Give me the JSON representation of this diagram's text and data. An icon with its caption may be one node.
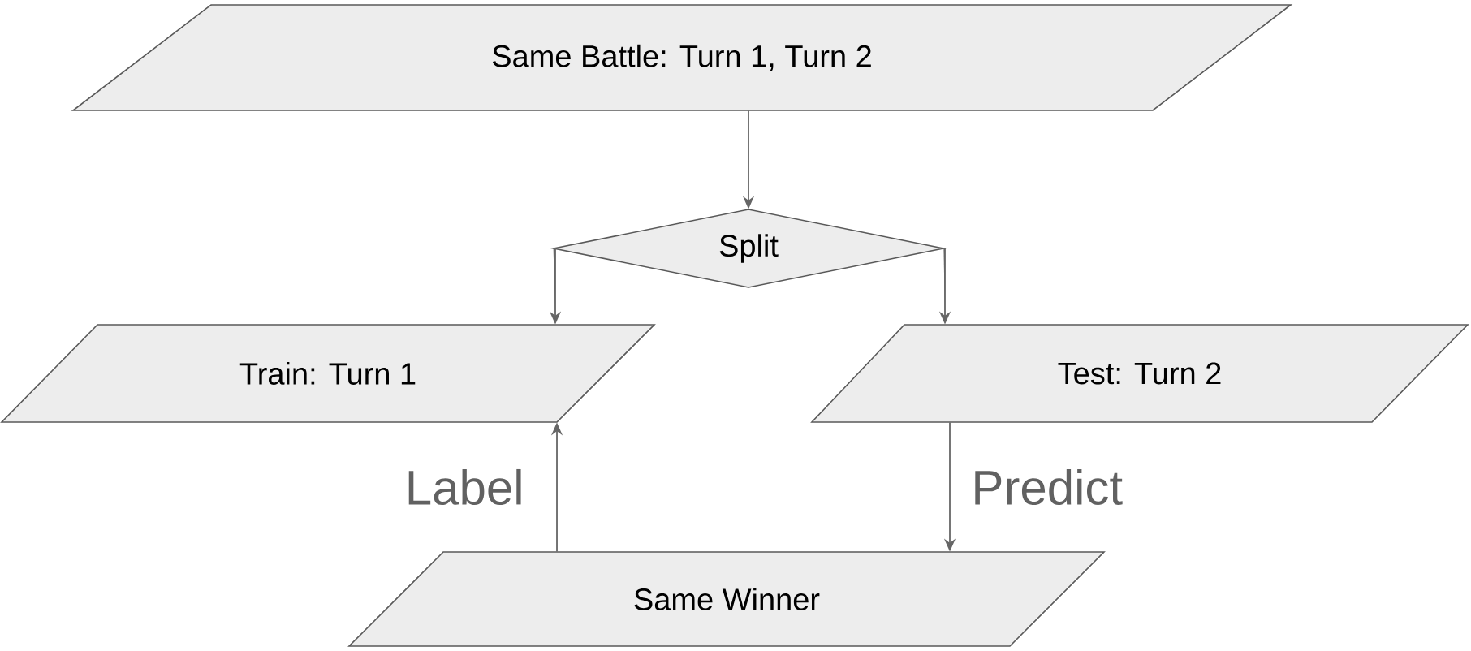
{
  "diagram": {
    "nodes": [
      {
        "text": [
          "Same Battle: Turn 1, Turn 2"
        ]
      },
      {
        "text": [
          "Split"
        ]
      },
      {
        "text": [
          "Train: Turn 1"
        ]
      },
      {
        "text": [
          "Test: Turn 2"
        ]
      },
      {
        "text": [
          "Same Winner"
        ]
      }
    ],
    "edges": [
      {
        "from": 0,
        "to": 1,
        "arrow": "to"
      },
      {
        "from": 1,
        "to": 2,
        "arrow": "to"
      },
      {
        "from": 1,
        "to": 3,
        "arrow": "to"
      },
      {
        "from": 4,
        "to": 2,
        "arrow": "to",
        "label": "Label"
      },
      {
        "from": 3,
        "to": 4,
        "arrow": "to",
        "label": "Predict"
      }
    ]
  }
}
